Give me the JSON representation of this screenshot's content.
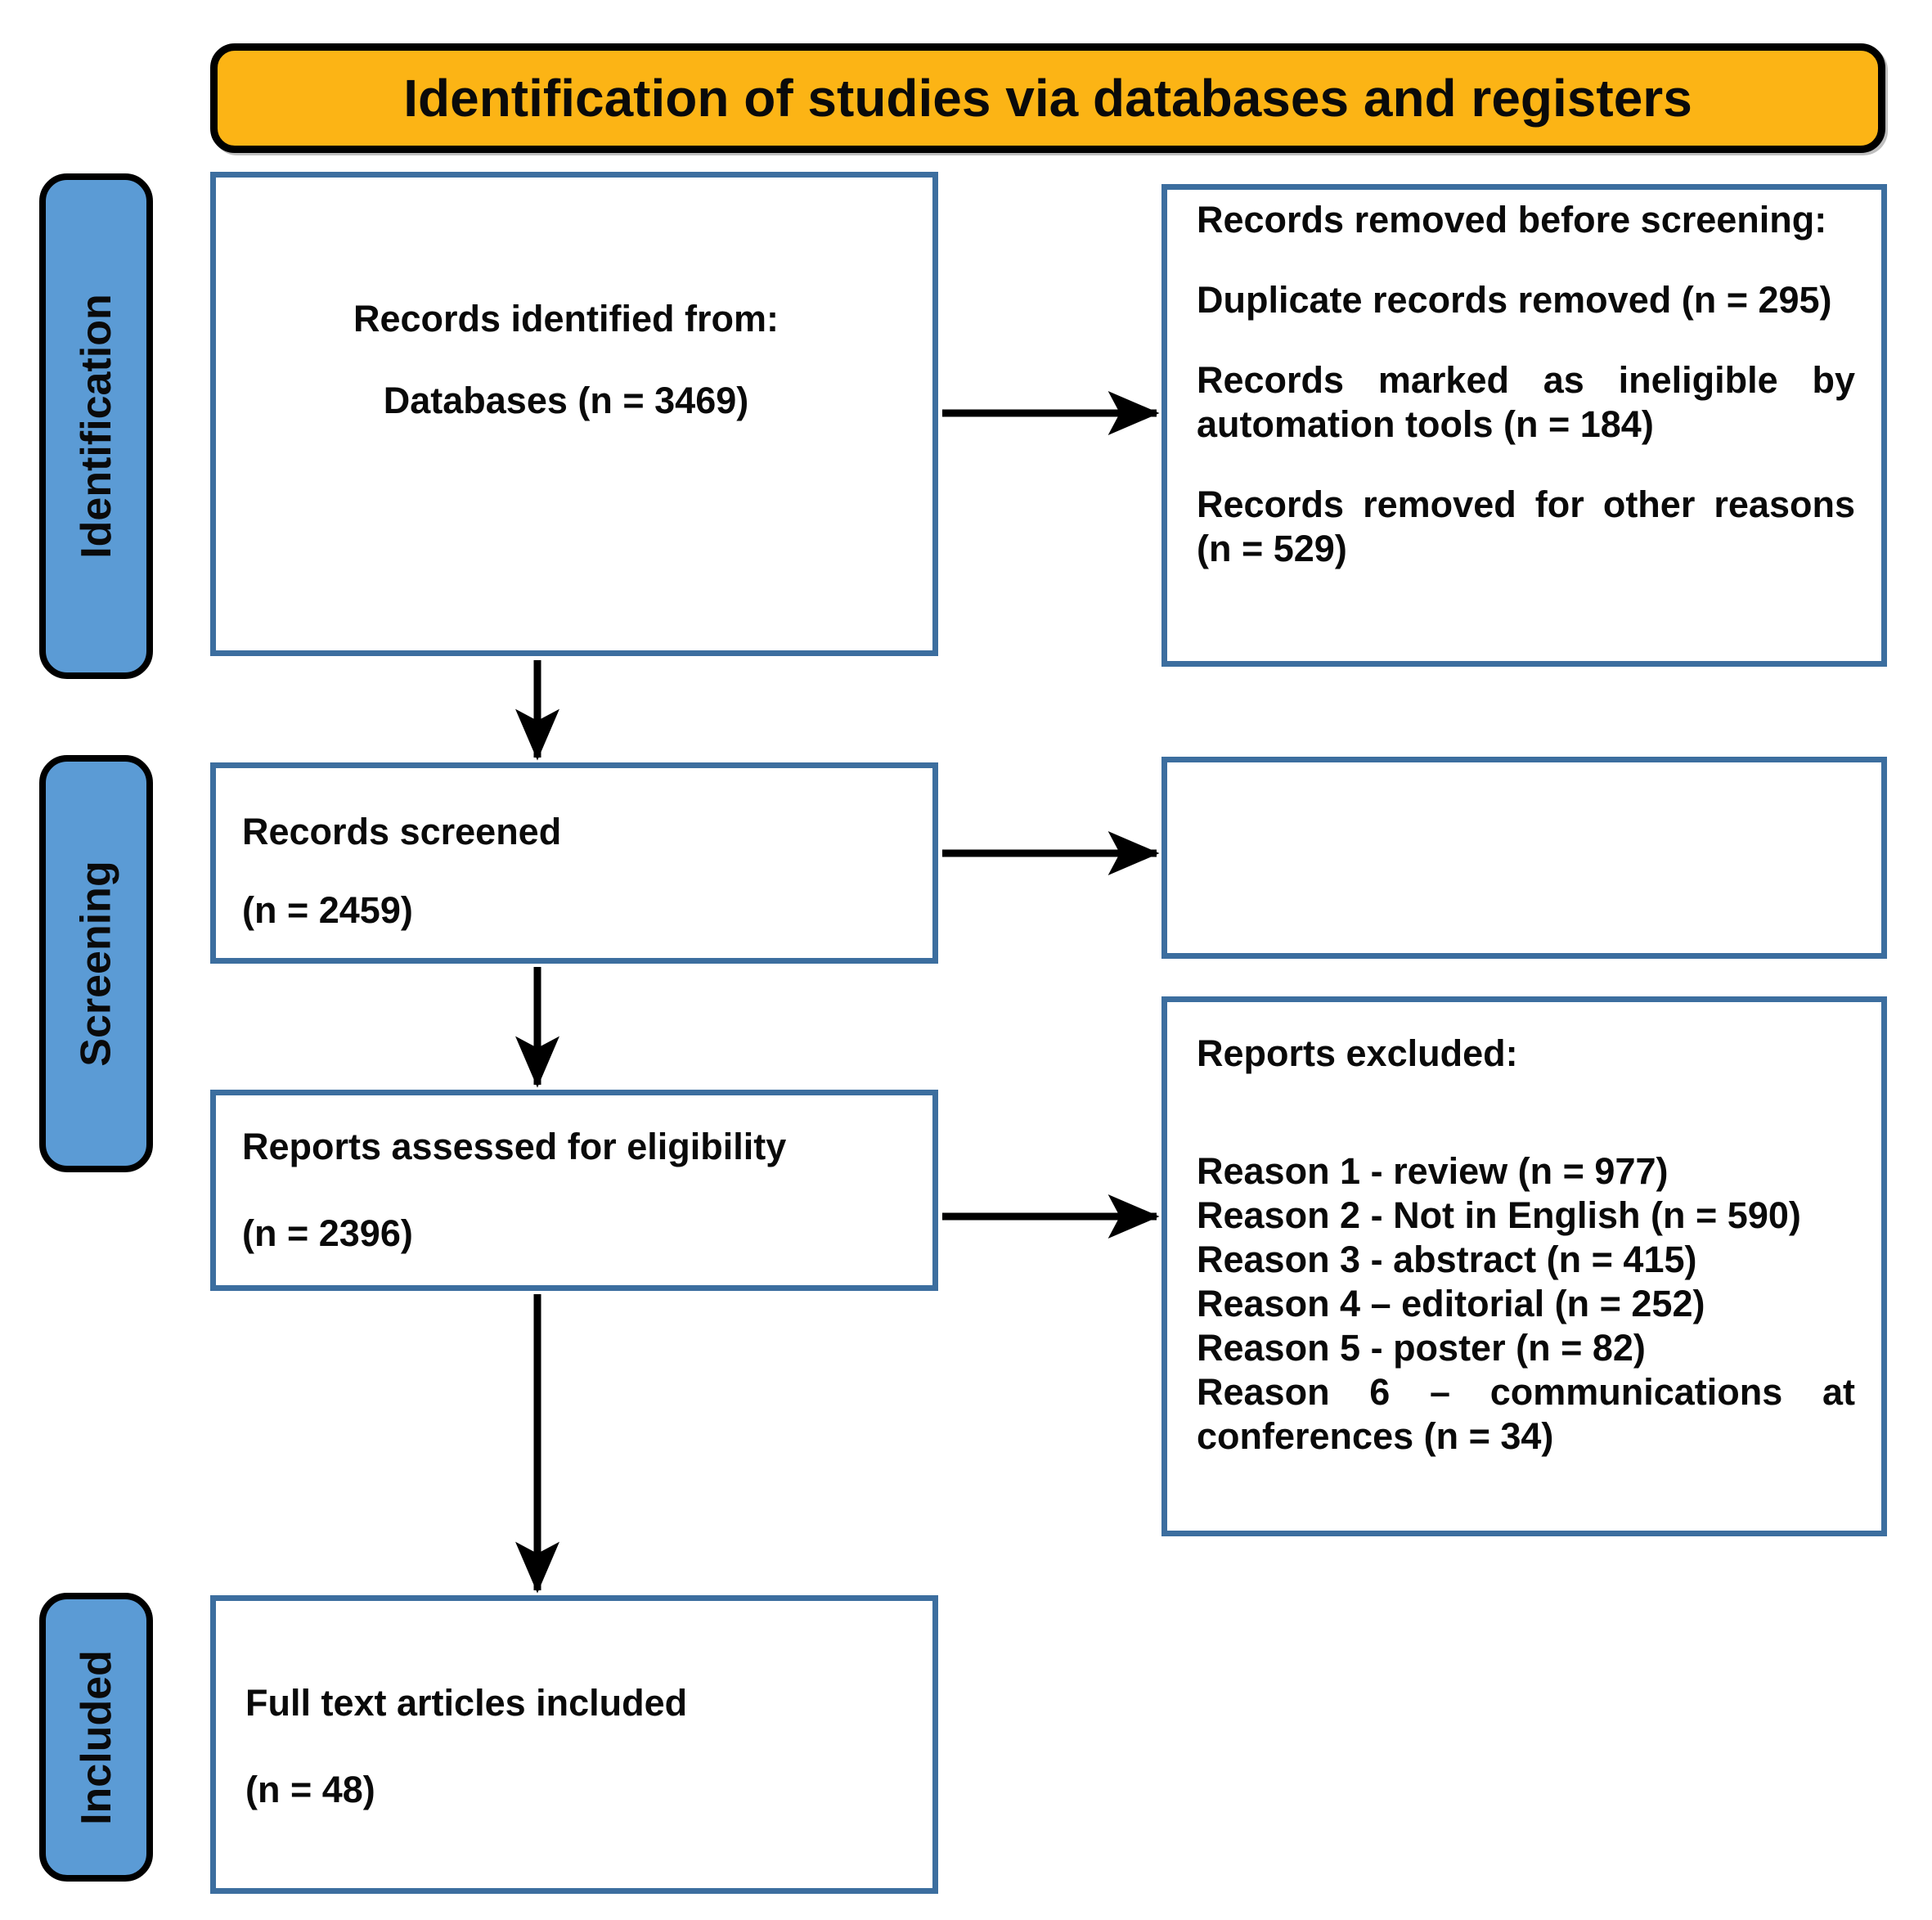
{
  "title": "Identification of studies via databases and registers",
  "colors": {
    "banner_fill": "#FCB415",
    "band_fill": "#5B9BD5",
    "box_border": "#3C6E9F",
    "outline": "#000000",
    "arrow": "#000000",
    "text": "#0A0A0A",
    "background": "#FFFFFF"
  },
  "stages": [
    {
      "label": "Identification"
    },
    {
      "label": "Screening"
    },
    {
      "label": "Included"
    }
  ],
  "boxes": {
    "records_identified": {
      "line1": "Records identified from:",
      "line2": "Databases (n = 3469)"
    },
    "records_removed": {
      "heading": "Records removed before screening:",
      "items": [
        "Duplicate records removed (n = 295)",
        "Records marked as ineligible by automation tools (n = 184)",
        "Records removed for other reasons (n = 529)"
      ]
    },
    "records_screened": {
      "line1": "Records screened",
      "line2": "(n = 2459)"
    },
    "reports_assessed": {
      "line1": "Reports assessed for eligibility",
      "line2": "(n = 2396)"
    },
    "reports_excluded": {
      "heading": "Reports excluded:",
      "items": [
        "Reason 1 - review (n = 977)",
        "Reason 2 - Not in English (n = 590)",
        "Reason 3 - abstract (n = 415)",
        "Reason 4 – editorial (n = 252)",
        "Reason 5 - poster (n = 82)",
        "Reason 6 – communications at conferences (n = 34)"
      ]
    },
    "full_text_included": {
      "line1": "Full text articles included",
      "line2": "(n = 48)"
    }
  }
}
